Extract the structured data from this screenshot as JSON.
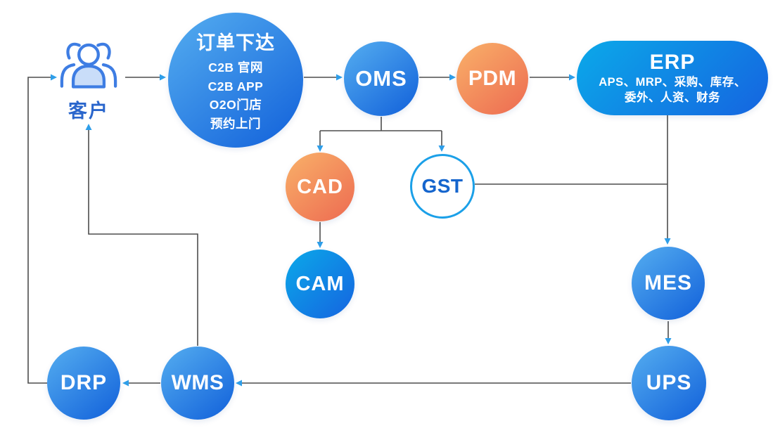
{
  "colors": {
    "line": "#4d4d4d",
    "arrow": "#2E9EE9",
    "blue-grad-start": "#55AEF0",
    "blue-grad-end": "#1160DA",
    "cyan-grad-start": "#0BA9E9",
    "cyan-grad-end": "#1564E0",
    "orange-grad-start": "#F9B169",
    "orange-grad-end": "#ED6A51",
    "gst-border": "#1BA0E8",
    "gst-text": "#1565CD",
    "customer-blue": "#3E7DE3",
    "customer-fill": "#C9DDF9",
    "customer-label": "#2A66CC",
    "node-text": "#FFFFFF",
    "canvas-bg": "#FFFFFF"
  },
  "nodes": {
    "customer": {
      "label": "客户"
    },
    "order": {
      "title": "订单下达",
      "channels": [
        "C2B 官网",
        "C2B APP",
        "O2O门店",
        "预约上门"
      ]
    },
    "oms": {
      "label": "OMS"
    },
    "pdm": {
      "label": "PDM"
    },
    "erp": {
      "title": "ERP",
      "subtitle_line1": "APS、MRP、采购、库存、",
      "subtitle_line2": "委外、人资、财务"
    },
    "cad": {
      "label": "CAD"
    },
    "gst": {
      "label": "GST"
    },
    "cam": {
      "label": "CAM"
    },
    "mes": {
      "label": "MES"
    },
    "ups": {
      "label": "UPS"
    },
    "wms": {
      "label": "WMS"
    },
    "drp": {
      "label": "DRP"
    }
  }
}
